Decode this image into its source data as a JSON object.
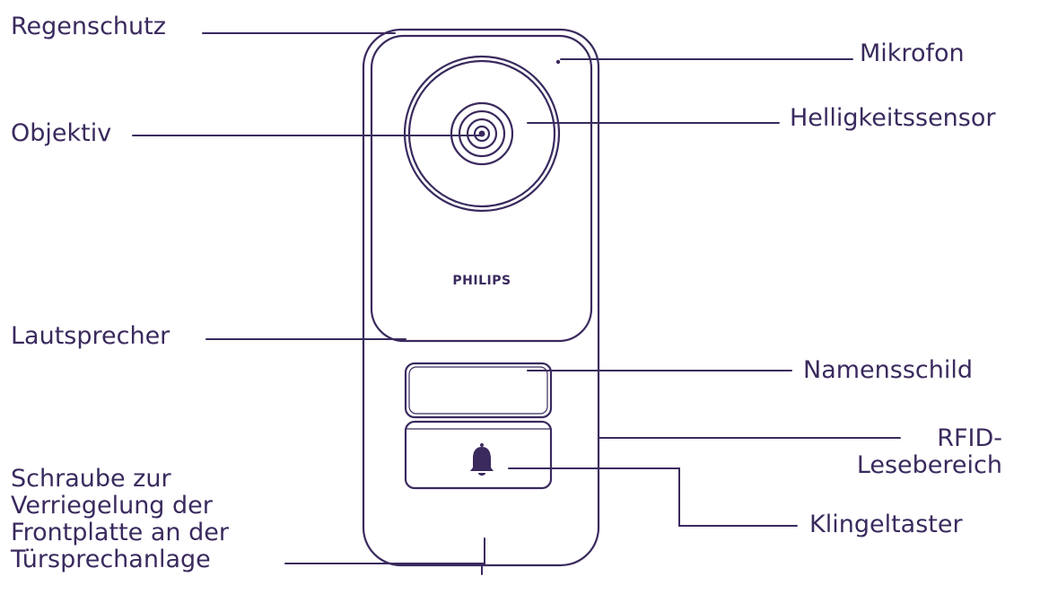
{
  "brand": "PHILIPS",
  "labels": {
    "regenschutz": "Regenschutz",
    "objektiv": "Objektiv",
    "lautsprecher": "Lautsprecher",
    "schraube": "Schraube zur\nVerriegelung der\nFrontplatte an der\nTürsprechanlage",
    "mikrofon": "Mikrofon",
    "helligkeitssensor": "Helligkeitssensor",
    "namensschild": "Namensschild",
    "rfid": "RFID-\nLesebereich",
    "klingeltaster": "Klingeltaster"
  },
  "colors": {
    "line": "#3a2a5e"
  }
}
